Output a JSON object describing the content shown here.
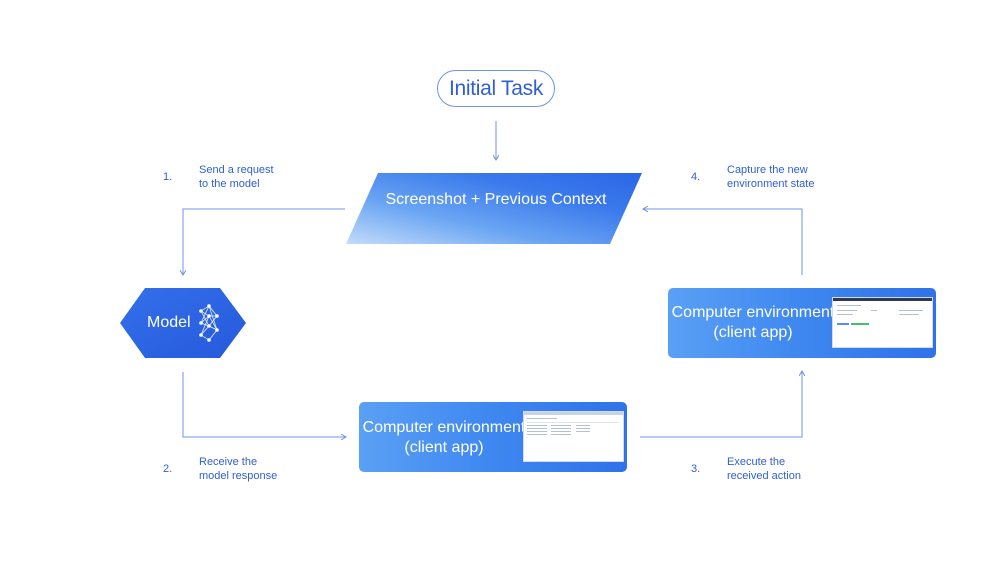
{
  "start": {
    "label": "Initial Task"
  },
  "context_node": {
    "label": "Screenshot + Previous Context"
  },
  "model_node": {
    "label": "Model",
    "icon": "neural-network-icon"
  },
  "environment_nodes": [
    {
      "label_line1": "Computer environment",
      "label_line2": "(client app)"
    },
    {
      "label_line1": "Computer environment",
      "label_line2": "(client app)"
    }
  ],
  "steps": [
    {
      "number": "1.",
      "line1": "Send a request",
      "line2": "to the model"
    },
    {
      "number": "2.",
      "line1": "Receive the",
      "line2": "model response"
    },
    {
      "number": "3.",
      "line1": "Execute the",
      "line2": "received action"
    },
    {
      "number": "4.",
      "line1": "Capture the new",
      "line2": "environment state"
    }
  ],
  "colors": {
    "accent": "#2f5fd6",
    "arrow": "#6f93e8",
    "gradient_light": "#bcd7fb",
    "gradient_dark": "#2a66e6"
  }
}
